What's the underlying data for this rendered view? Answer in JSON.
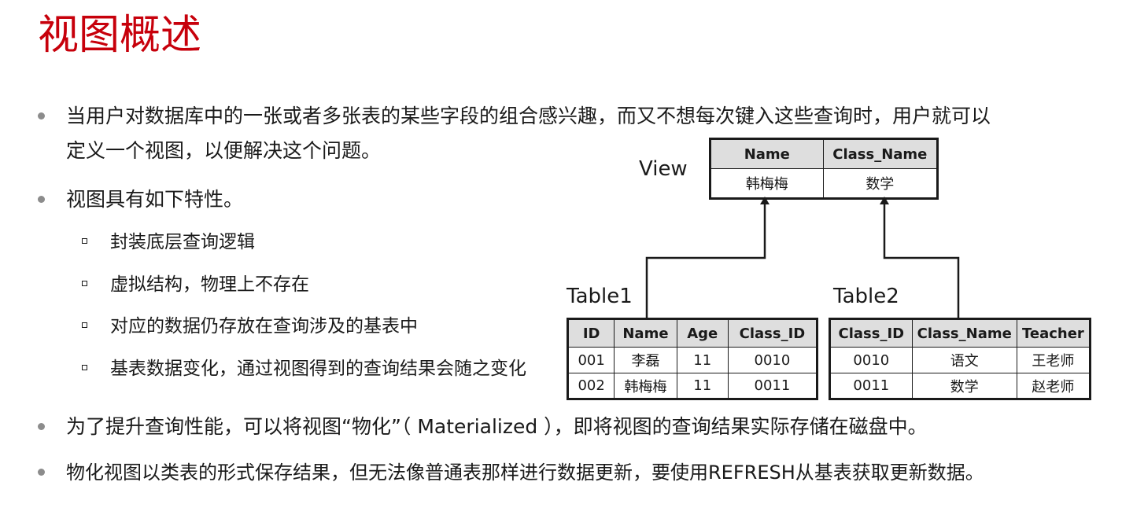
{
  "title": "视图概述",
  "bullets": [
    {
      "line1": "当用户对数据库中的一张或者多张表的某些字段的组合感兴趣，而又不想每次键入这些查询时，用户就可以",
      "line2": "定义一个视图，以便解决这个问题。"
    },
    {
      "text": "视图具有如下特性。"
    },
    {
      "text": "为了提升查询性能，可以将视图“物化”（ Materialized ），即将视图的查询结果实际存储在磁盘中。"
    },
    {
      "text": "物化视图以类表的形式保存结果，但无法像普通表那样进行数据更新，要使用REFRESH从基表获取更新数据。"
    }
  ],
  "sub_bullets": [
    "封装底层查询逻辑",
    "虚拟结构，物理上不存在",
    "对应的数据仍存放在查询涉及的基表中",
    "基表数据变化，通过视图得到的查询结果会随之变化"
  ],
  "diagram": {
    "view": {
      "label": "View",
      "headers": [
        "Name",
        "Class_Name"
      ],
      "rows": [
        [
          "韩梅梅",
          "数学"
        ]
      ]
    },
    "table1": {
      "label": "Table1",
      "headers": [
        "ID",
        "Name",
        "Age",
        "Class_ID"
      ],
      "rows": [
        [
          "001",
          "李磊",
          "11",
          "0010"
        ],
        [
          "002",
          "韩梅梅",
          "11",
          "0011"
        ]
      ]
    },
    "table2": {
      "label": "Table2",
      "headers": [
        "Class_ID",
        "Class_Name",
        "Teacher"
      ],
      "rows": [
        [
          "0010",
          "语文",
          "王老师"
        ],
        [
          "0011",
          "数学",
          "赵老师"
        ]
      ]
    }
  }
}
